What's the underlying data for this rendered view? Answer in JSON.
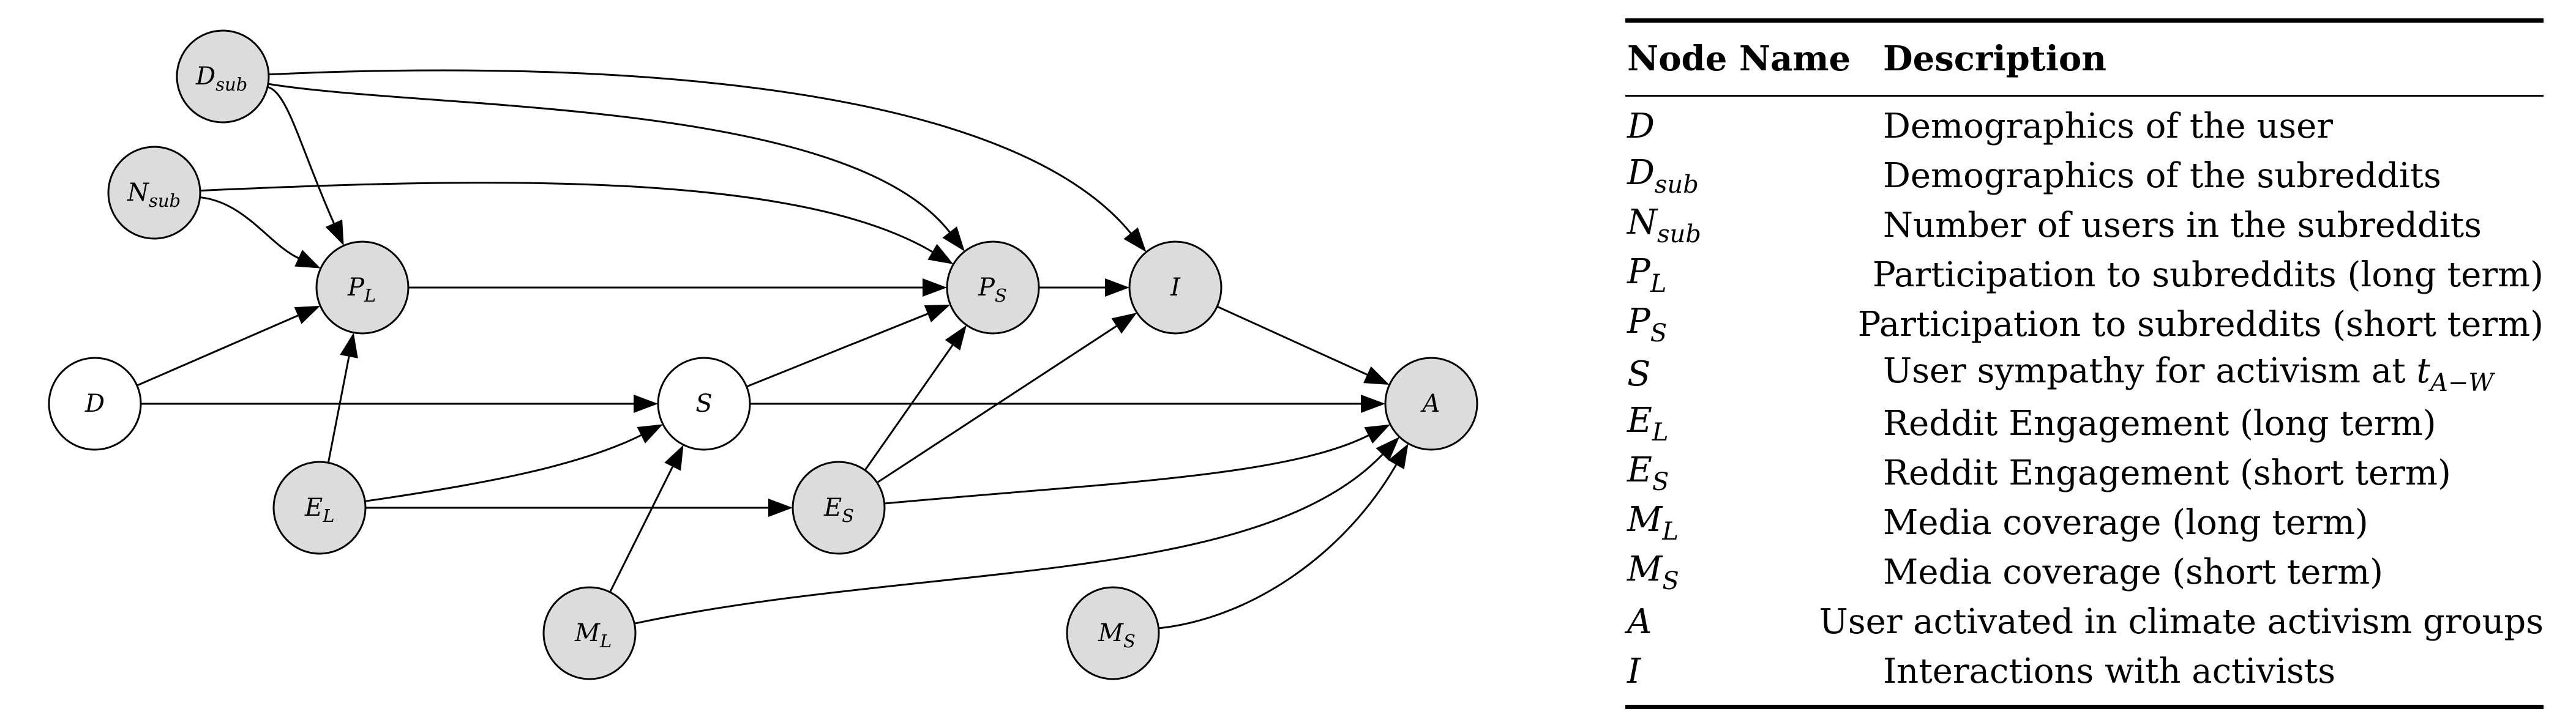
{
  "diagram": {
    "nodes": [
      {
        "id": "D_sub",
        "base": "D",
        "sub": "sub",
        "shaded": true
      },
      {
        "id": "N_sub",
        "base": "N",
        "sub": "sub",
        "shaded": true
      },
      {
        "id": "P_L",
        "base": "P",
        "sub": "L",
        "shaded": true
      },
      {
        "id": "D",
        "base": "D",
        "sub": "",
        "shaded": false
      },
      {
        "id": "S",
        "base": "S",
        "sub": "",
        "shaded": false
      },
      {
        "id": "P_S",
        "base": "P",
        "sub": "S",
        "shaded": true
      },
      {
        "id": "I",
        "base": "I",
        "sub": "",
        "shaded": true
      },
      {
        "id": "A",
        "base": "A",
        "sub": "",
        "shaded": true
      },
      {
        "id": "E_L",
        "base": "E",
        "sub": "L",
        "shaded": true
      },
      {
        "id": "E_S",
        "base": "E",
        "sub": "S",
        "shaded": true
      },
      {
        "id": "M_L",
        "base": "M",
        "sub": "L",
        "shaded": true
      },
      {
        "id": "M_S",
        "base": "M",
        "sub": "S",
        "shaded": true
      }
    ],
    "edges": [
      {
        "from": "D_sub",
        "to": "P_L"
      },
      {
        "from": "D_sub",
        "to": "P_S"
      },
      {
        "from": "D_sub",
        "to": "I"
      },
      {
        "from": "N_sub",
        "to": "P_L"
      },
      {
        "from": "N_sub",
        "to": "P_S"
      },
      {
        "from": "P_L",
        "to": "P_S"
      },
      {
        "from": "P_S",
        "to": "I"
      },
      {
        "from": "I",
        "to": "A"
      },
      {
        "from": "D",
        "to": "P_L"
      },
      {
        "from": "D",
        "to": "S"
      },
      {
        "from": "S",
        "to": "P_S"
      },
      {
        "from": "S",
        "to": "A"
      },
      {
        "from": "E_L",
        "to": "P_L"
      },
      {
        "from": "E_L",
        "to": "S"
      },
      {
        "from": "E_L",
        "to": "E_S"
      },
      {
        "from": "E_S",
        "to": "P_S"
      },
      {
        "from": "E_S",
        "to": "I"
      },
      {
        "from": "E_S",
        "to": "A"
      },
      {
        "from": "M_L",
        "to": "S"
      },
      {
        "from": "M_L",
        "to": "A"
      },
      {
        "from": "M_S",
        "to": "A"
      }
    ],
    "colors": {
      "shaded_fill": "#dcdcdc",
      "plain_fill": "#ffffff",
      "stroke": "#000000"
    }
  },
  "legend": {
    "header": {
      "col1": "Node Name",
      "col2": "Description"
    },
    "rows": [
      {
        "base": "D",
        "sub": "",
        "description": "Demographics of the user"
      },
      {
        "base": "D",
        "sub": "sub",
        "description": "Demographics of the subreddits"
      },
      {
        "base": "N",
        "sub": "sub",
        "description": "Number of users in the subreddits"
      },
      {
        "base": "P",
        "sub": "L",
        "description": "Participation to subreddits (long term)"
      },
      {
        "base": "P",
        "sub": "S",
        "description": "Participation to subreddits (short term)"
      },
      {
        "base": "S",
        "sub": "",
        "description": "User sympathy for activism at",
        "math_base": "t",
        "math_sub": "A−W"
      },
      {
        "base": "E",
        "sub": "L",
        "description": "Reddit Engagement (long term)"
      },
      {
        "base": "E",
        "sub": "S",
        "description": "Reddit Engagement (short term)"
      },
      {
        "base": "M",
        "sub": "L",
        "description": "Media coverage (long term)"
      },
      {
        "base": "M",
        "sub": "S",
        "description": "Media coverage (short term)"
      },
      {
        "base": "A",
        "sub": "",
        "description": "User activated in climate activism groups"
      },
      {
        "base": "I",
        "sub": "",
        "description": "Interactions with activists"
      }
    ]
  }
}
